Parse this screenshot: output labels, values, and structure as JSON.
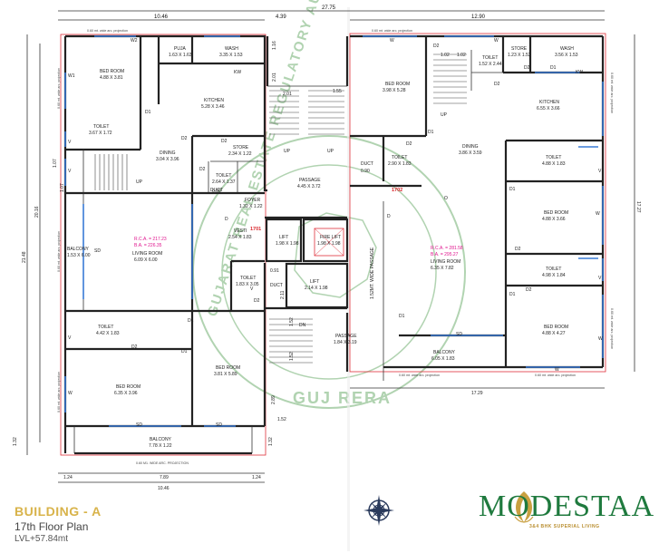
{
  "footer": {
    "building": "BUILDING - A",
    "floor": "17th Floor Plan",
    "level": "LVL+57.84mt"
  },
  "logo": {
    "word": "MODESTAA",
    "tagline": "3&4 BHK SUPERIAL LIVING",
    "color": "#1f7a3e",
    "accent": "#c9a040"
  },
  "watermark": {
    "ring_text": "GUJARAT REAL ESTATE REGULATORY AUTHORITY",
    "bottom_text": "GUJ RERA",
    "color": "#a9cfa9"
  },
  "dimensions": {
    "total_top": "27.75",
    "left_top": "10.46",
    "mid_top": "4.39",
    "right_top": "12.90",
    "left_height": "21.48",
    "left_height2": "20.16",
    "right_height": "17.27",
    "right_bottom": "17.29",
    "bottom_1": "1.24",
    "bottom_2": "7.89",
    "bottom_3": "1.24",
    "bottom_total": "10.46",
    "side_132": "1.32",
    "side_132b": "1.32",
    "side_107": "1.07",
    "side_107b": "1.07",
    "side_116": "1.16",
    "side_201": "2.01",
    "side_201b": "2.01",
    "side_155": "1.55",
    "side_090": "0.90",
    "side_090b": "0.90",
    "side_091": "0.91",
    "side_211": "2.11",
    "side_289": "2.89",
    "side_152": "1.52",
    "side_152b": "1.52",
    "side_152c": "1.52",
    "side_102": "1.02",
    "side_102b": "1.02"
  },
  "projections": {
    "top_left": "0.60 mt. wide arc. projection",
    "top_right": "0.60 mt. wide arc. projection",
    "left_side_1": "0.60 mt. wide arc. projection",
    "left_side_2": "0.60 mt. wide arc. projection",
    "left_side_3": "0.60 mt. wide arc. projection",
    "bottom_left": "0.60 M1. WIDE ARC. PROJECTION",
    "right_side_1": "0.60 mt. wide arc. projection",
    "right_side_2": "0.60 mt. wide arc. projection",
    "bottom_right_1": "0.60 mt. wide arc. projection",
    "bottom_right_2": "0.60 mt. wide arc. projection"
  },
  "units": {
    "left_rca": "R.C.A. = 217.23",
    "left_ba": "B.A. = 226.35",
    "right_rca": "R.C.A. = 281.58",
    "right_ba": "B.A. = 295.27",
    "unit_left": "1701",
    "unit_right": "1702"
  },
  "rooms": {
    "bed1": {
      "name": "BED ROOM",
      "size": "4.88 X 3.81"
    },
    "puja": {
      "name": "PUJA",
      "size": "1.63 X 1.63"
    },
    "wash_l": {
      "name": "WASH",
      "size": "3.35 X 1.53"
    },
    "kitchen_l": {
      "name": "KITCHEN",
      "size": "5.28 X 3.46"
    },
    "toilet_l1": {
      "name": "TOILET",
      "size": "3.67 X 1.72"
    },
    "dining_l": {
      "name": "DINING",
      "size": "3.04 X 3.96"
    },
    "store_l": {
      "name": "STORE",
      "size": "2.34 X 1.22"
    },
    "toilet_l2": {
      "name": "TOILET",
      "size": "2.64 X 1.37"
    },
    "foyer": {
      "name": "FOYER",
      "size": "1.32 X 1.22"
    },
    "vesti": {
      "name": "VESTI",
      "size": "2.54 X 1.83"
    },
    "balcony_l": {
      "name": "BALCONY",
      "size": "1.53 X 6.00"
    },
    "living_l": {
      "name": "LIVING ROOM",
      "size": "6.09 X 6.00"
    },
    "toilet_l3": {
      "name": "TOILET",
      "size": "1.83 X 3.05"
    },
    "toilet_l4": {
      "name": "TOILET",
      "size": "4.42 X 1.83"
    },
    "bed_l2": {
      "name": "BED ROOM",
      "size": "6.35 X 3.96"
    },
    "bed_l3": {
      "name": "BED ROOM",
      "size": "3.81 X 5.89"
    },
    "balcony_l2": {
      "name": "BALCONY",
      "size": "7.78 X 1.22"
    },
    "passage_top": {
      "name": "PASSAGE",
      "size": "4.45 X 3.72"
    },
    "lift1": {
      "name": "LIFT",
      "size": "1.98 X 1.98"
    },
    "fire_lift": {
      "name": "FIRE LIFT",
      "size": "1.98 X 1.98"
    },
    "lift2": {
      "name": "LIFT",
      "size": "2.14 X 1.98"
    },
    "passage_bottom": {
      "name": "PASSAGE",
      "size": "1.84 X 3.19"
    },
    "bed_r1": {
      "name": "BED ROOM",
      "size": "3.98 X 5.28"
    },
    "toilet_r1": {
      "name": "TOILET",
      "size": "1.52 X 2.44"
    },
    "store_r": {
      "name": "STORE",
      "size": "1.23 X 1.53"
    },
    "wash_r": {
      "name": "WASH",
      "size": "3.56 X 1.53"
    },
    "kitchen_r": {
      "name": "KITCHEN",
      "size": "6.55 X 3.66"
    },
    "toilet_r2": {
      "name": "TOILET",
      "size": "2.90 X 1.83"
    },
    "dining_r": {
      "name": "DINING",
      "size": "3.86 X 3.59"
    },
    "toilet_r3": {
      "name": "TOILET",
      "size": "4.88 X 1.83"
    },
    "bed_r2": {
      "name": "BED ROOM",
      "size": "4.88 X 3.66"
    },
    "living_r": {
      "name": "LIVING ROOM",
      "size": "6.35 X 7.82"
    },
    "toilet_r4": {
      "name": "TOILET",
      "size": "4.98 X 1.84"
    },
    "bed_r3": {
      "name": "BED ROOM",
      "size": "4.88 X 4.27"
    },
    "balcony_r": {
      "name": "BALCONY",
      "size": "6.05 X 1.83"
    }
  },
  "labels": {
    "duct": "DUCT",
    "duct2": "DUCT",
    "duct3": "DUCT",
    "up": "UP",
    "up2": "UP",
    "up3": "UP",
    "up4": "UP",
    "dn": "DN",
    "wide_passage": "1.52MT. WIDE PASSAGE",
    "o": "O"
  },
  "doors": {
    "w2": "W2",
    "w1": "W1",
    "w": "W",
    "w_b": "W",
    "w_c": "W",
    "w_d": "W",
    "w_e": "W",
    "w_f": "W",
    "w_g": "W",
    "kw": "KW",
    "kw2": "KW",
    "d1": "D1",
    "d1b": "D1",
    "d1c": "D1",
    "d1d": "D1",
    "d1e": "D1",
    "d1f": "D1",
    "d1g": "D1",
    "d1h": "D1",
    "d2": "D2",
    "d2b": "D2",
    "d2c": "D2",
    "d2d": "D2",
    "d2e": "D2",
    "d2f": "D2",
    "d2g": "D2",
    "d2h": "D2",
    "d2i": "D2",
    "d2j": "D2",
    "d2k": "D2",
    "v": "V",
    "vb": "V",
    "vc": "V",
    "vd": "V",
    "ve": "V",
    "vf": "V",
    "vg": "V",
    "vh": "V",
    "sd": "SD",
    "sdb": "SD",
    "sdc": "SD",
    "sdd": "SD",
    "sde": "SD",
    "sdf": "SD",
    "d": "D",
    "db": "D"
  }
}
